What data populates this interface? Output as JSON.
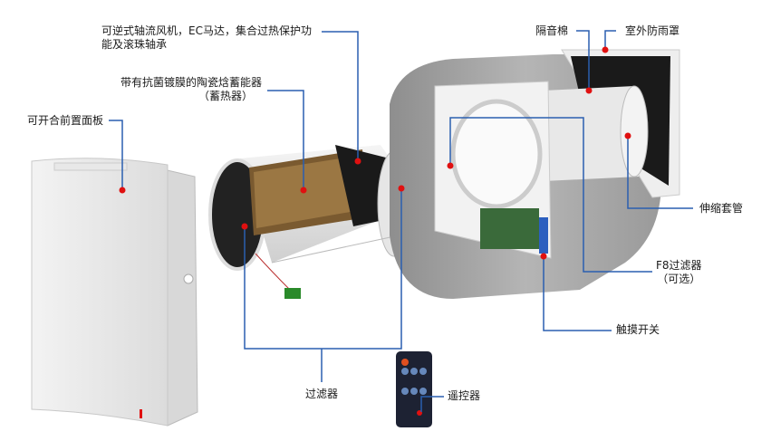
{
  "labels": {
    "fan": "可逆式轴流风机，EC马达，集合过热保护功",
    "fan_line2": "能及滚珠轴承",
    "ceramic": "带有抗菌镀膜的陶瓷焓蓄能器",
    "ceramic_line2": "（蓄热器）",
    "front_panel": "可开合前置面板",
    "insulation": "隔音棉",
    "outdoor_hood": "室外防雨罩",
    "telescopic_pipe": "伸缩套管",
    "f8_filter": "F8过滤器",
    "f8_filter_line2": "（可选）",
    "touch_switch": "触摸开关",
    "filter": "过滤器",
    "remote": "遥控器"
  },
  "colors": {
    "leader": "#2a5fb0",
    "marker": "#e01010"
  }
}
